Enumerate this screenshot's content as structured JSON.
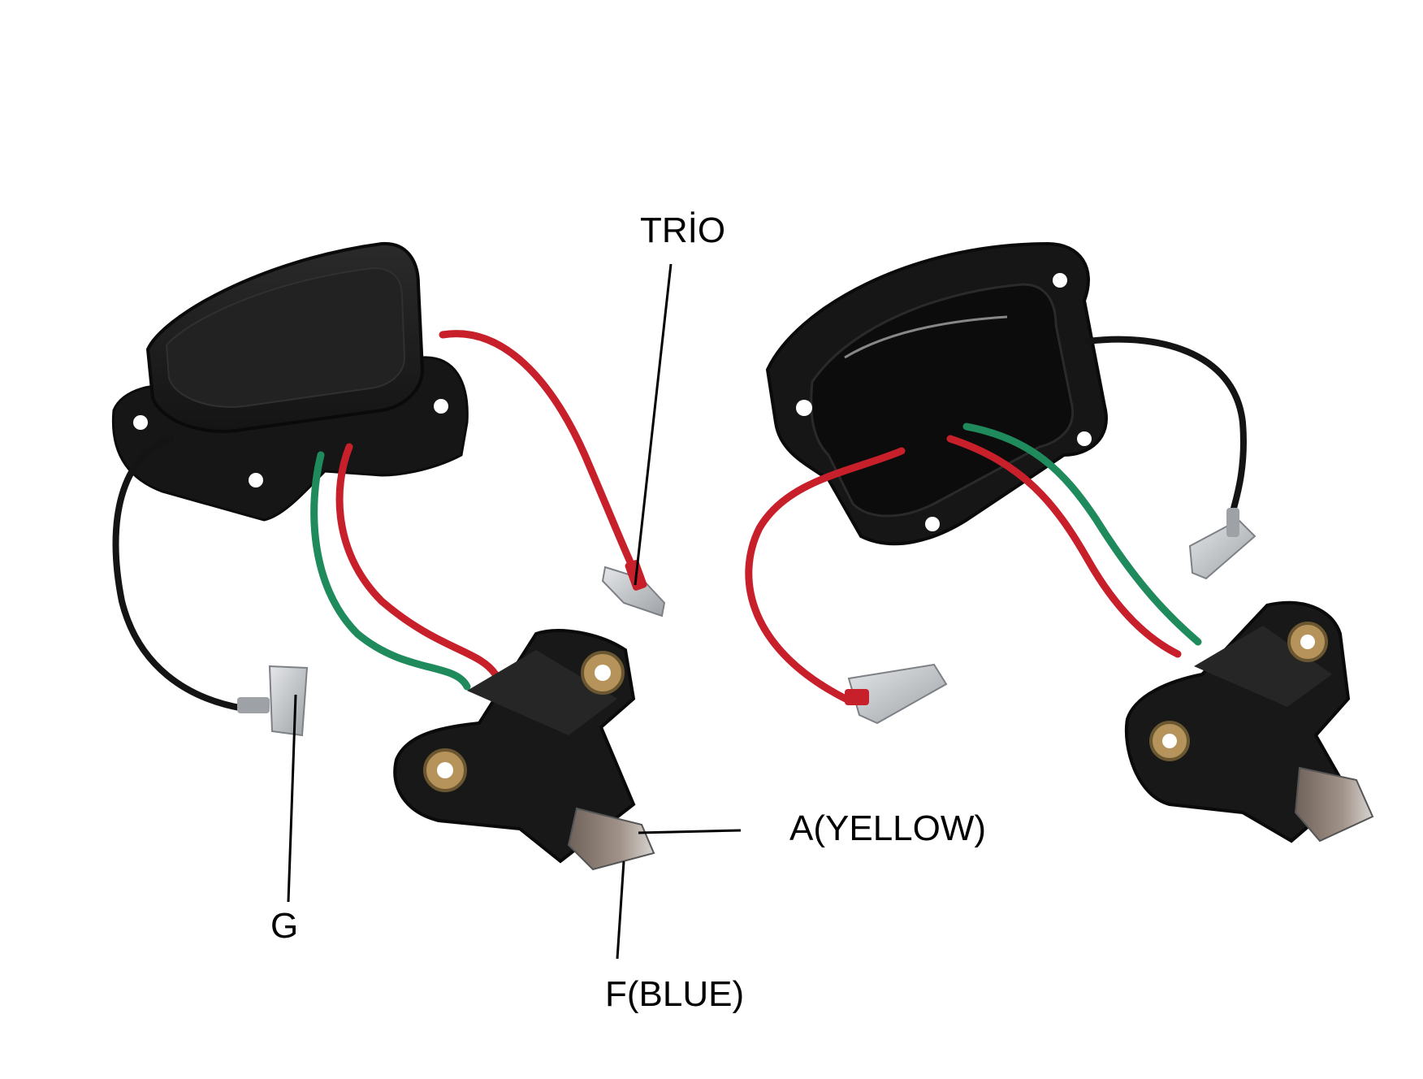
{
  "labels": {
    "trio": "TRİO",
    "a_yellow": "A(YELLOW)",
    "g": "G",
    "f_blue": "F(BLUE)"
  },
  "colors": {
    "background": "#ffffff",
    "housing": "#1c1c1c",
    "housing_edge": "#0d0d0d",
    "wire_red": "#c8202b",
    "wire_green": "#1f8a5c",
    "wire_black": "#141414",
    "terminal_metal": "#b9bcc0",
    "brass": "#b5935a",
    "carbon_brush": "#8a7a70",
    "leader_line": "#000000"
  }
}
